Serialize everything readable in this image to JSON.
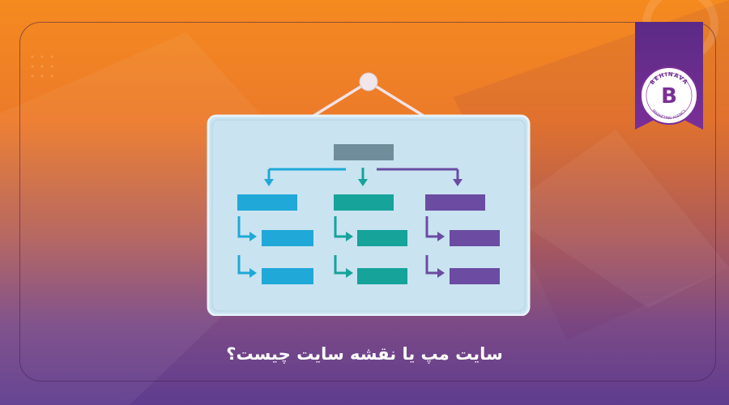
{
  "caption": "سایت مپ یا نقشه سایت چیست؟",
  "brand": {
    "name": "BEHINAVA",
    "tagline": "MARKETING AGENCY",
    "logo_letter": "B"
  },
  "colors": {
    "bg_top": "#f58a1f",
    "bg_bottom": "#5f3c8f",
    "board": "#c9e3f1",
    "root_box": "#6f8d9a",
    "blue": "#1fa8d8",
    "green": "#15a39a",
    "purple": "#6b4ca2",
    "badge": "#6a2c8e"
  },
  "sitemap": {
    "columns": [
      "blue",
      "green",
      "purple"
    ],
    "children_per_column": 2
  }
}
